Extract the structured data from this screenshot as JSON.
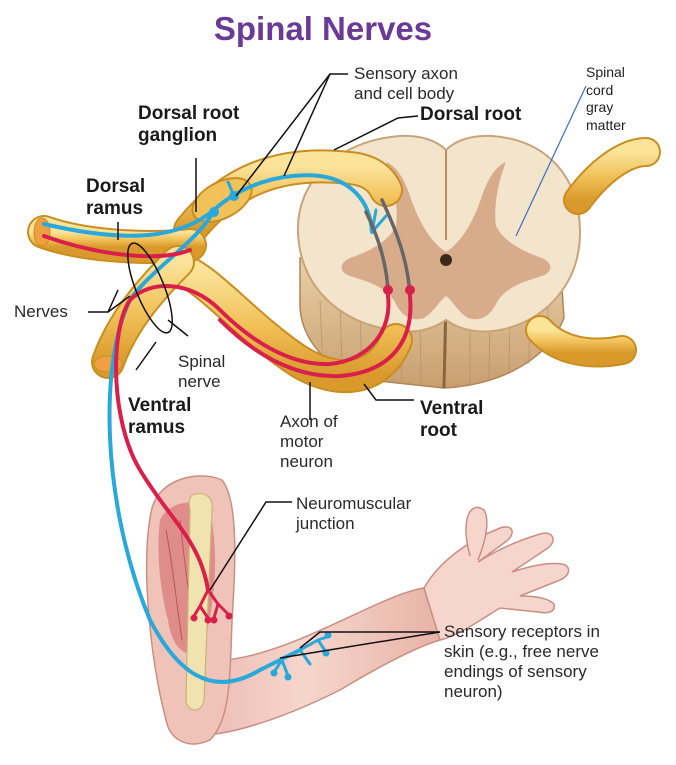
{
  "title": "Spinal Nerves",
  "labels": {
    "sensory_axon": [
      "Sensory axon",
      "and cell body"
    ],
    "dorsal_root": "Dorsal root",
    "dorsal_root_ganglion": [
      "Dorsal root",
      "ganglion"
    ],
    "dorsal_ramus": [
      "Dorsal",
      "ramus"
    ],
    "nerves": "Nerves",
    "spinal_nerve": [
      "Spinal",
      "nerve"
    ],
    "ventral_ramus": [
      "Ventral",
      "ramus"
    ],
    "axon_motor_neuron": [
      "Axon of",
      "motor",
      "neuron"
    ],
    "ventral_root": [
      "Ventral",
      "root"
    ],
    "neuromuscular_junction": [
      "Neuromuscular",
      "junction"
    ],
    "sensory_receptors": [
      "Sensory receptors in",
      "skin (e.g., free nerve",
      "endings of sensory",
      "neuron)"
    ],
    "spinal_cord_gray_matter": [
      "Spinal",
      "cord",
      "gray",
      "matter"
    ]
  },
  "colors": {
    "title": "#6b3a96",
    "nerve_yellow": "#f2c25a",
    "sensory_blue": "#29a8dc",
    "motor_red": "#d9204a",
    "white_matter": "#f3e4cc",
    "gray_matter": "#d6a887",
    "leader_blue": "#3a6fc0"
  }
}
